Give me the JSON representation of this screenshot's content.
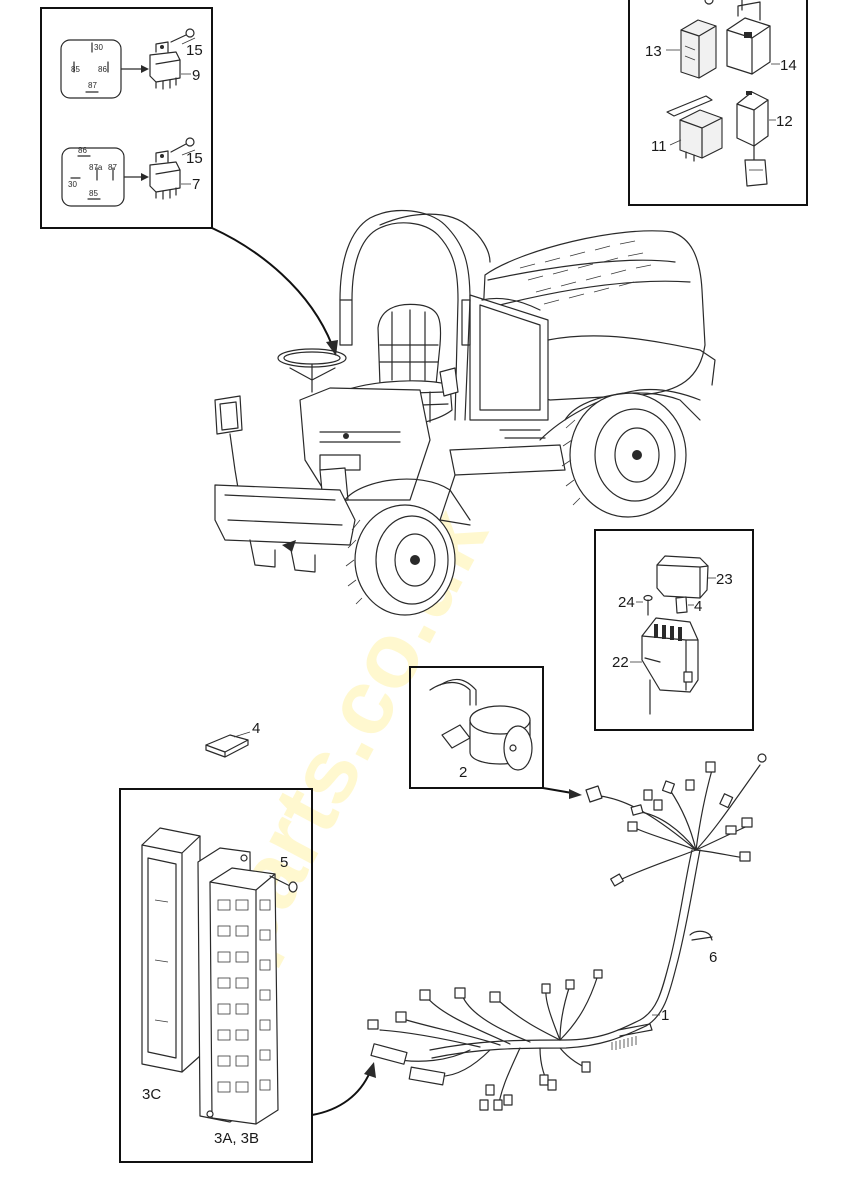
{
  "callouts": {
    "c1": "1",
    "c2": "2",
    "c4a": "4",
    "c4b": "4",
    "c5": "5",
    "c6": "6",
    "c7": "7",
    "c9": "9",
    "c11": "11",
    "c12": "12",
    "c13": "13",
    "c14": "14",
    "c15a": "15",
    "c15b": "15",
    "c22": "22",
    "c23": "23",
    "c24": "24",
    "c3c": "3C",
    "c3ab": "3A, 3B"
  },
  "relay_pins": {
    "r1": {
      "p30": "30",
      "p85": "85",
      "p86": "86",
      "p87": "87"
    },
    "r2": {
      "p86": "86",
      "p87a": "87a",
      "p87": "87",
      "p30": "30",
      "p85": "85"
    }
  },
  "watermark": "eparts.co.uk",
  "colors": {
    "line": "#2a2a2a",
    "frame": "#111111",
    "watermark": "#fff3a8"
  }
}
